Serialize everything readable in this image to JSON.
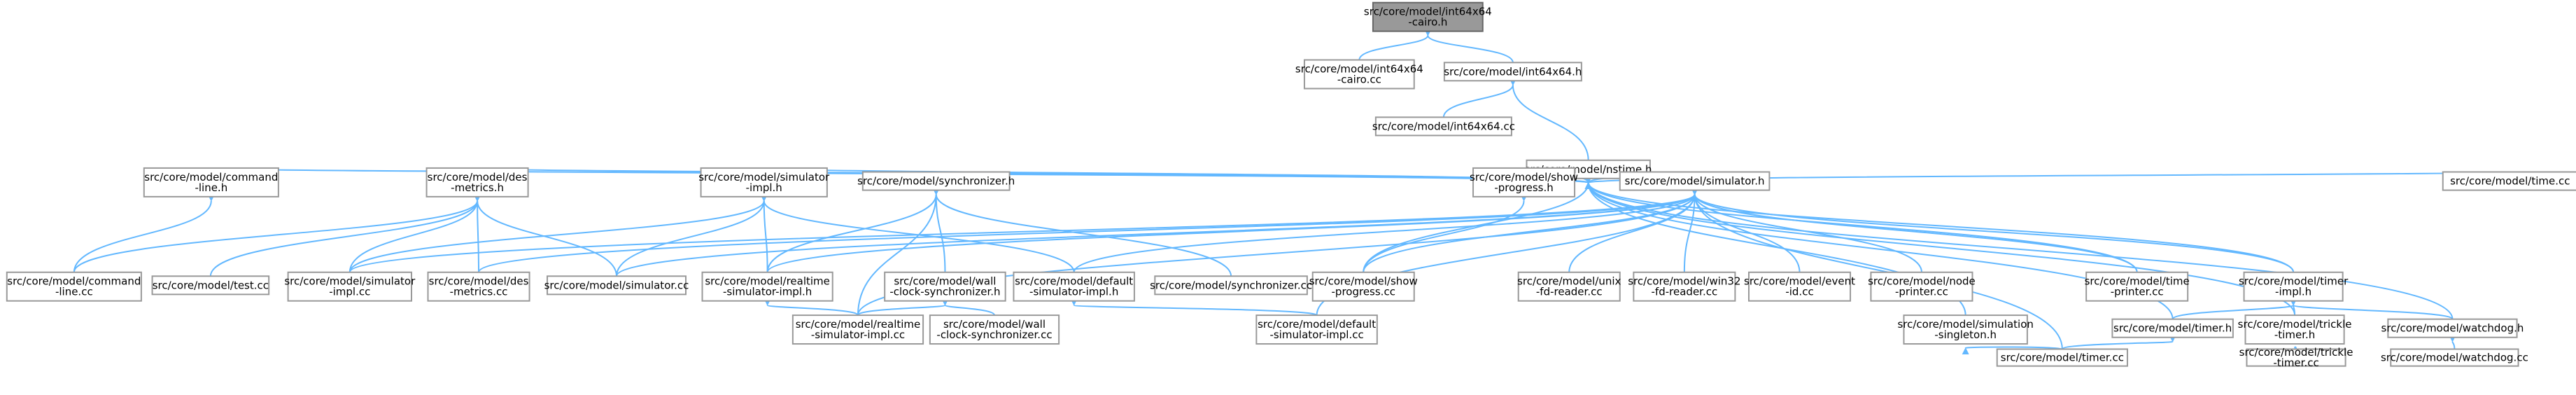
{
  "colors": {
    "edge": "#63b8ff",
    "node_border": "#999999",
    "root_fill": "#999999",
    "background": "#ffffff"
  },
  "nodes": {
    "n_root": [
      "src/core/model/int64x64",
      "-cairo.h"
    ],
    "n_cairo_cc": [
      "src/core/model/int64x64",
      "-cairo.cc"
    ],
    "n_int64h": [
      "src/core/model/int64x64.h"
    ],
    "n_int64cc": [
      "src/core/model/int64x64.cc"
    ],
    "n_nstime": [
      "src/core/model/nstime.h"
    ],
    "n_cmdh": [
      "src/core/model/command",
      "-line.h"
    ],
    "n_desh": [
      "src/core/model/des",
      "-metrics.h"
    ],
    "n_simimplh": [
      "src/core/model/simulator",
      "-impl.h"
    ],
    "n_synch": [
      "src/core/model/synchronizer.h"
    ],
    "n_showh": [
      "src/core/model/show",
      "-progress.h"
    ],
    "n_simh": [
      "src/core/model/simulator.h"
    ],
    "n_timecc": [
      "src/core/model/time.cc"
    ],
    "n_cmdcc": [
      "src/core/model/command",
      "-line.cc"
    ],
    "n_testcc": [
      "src/core/model/test.cc"
    ],
    "n_simimplcc": [
      "src/core/model/simulator",
      "-impl.cc"
    ],
    "n_descc": [
      "src/core/model/des",
      "-metrics.cc"
    ],
    "n_simcc": [
      "src/core/model/simulator.cc"
    ],
    "n_rtimplh": [
      "src/core/model/realtime",
      "-simulator-impl.h"
    ],
    "n_wallh": [
      "src/core/model/wall",
      "-clock-synchronizer.h"
    ],
    "n_defh": [
      "src/core/model/default",
      "-simulator-impl.h"
    ],
    "n_synccc": [
      "src/core/model/synchronizer.cc"
    ],
    "n_showcc": [
      "src/core/model/show",
      "-progress.cc"
    ],
    "n_unixcc": [
      "src/core/model/unix",
      "-fd-reader.cc"
    ],
    "n_win32cc": [
      "src/core/model/win32",
      "-fd-reader.cc"
    ],
    "n_eventcc": [
      "src/core/model/event",
      "-id.cc"
    ],
    "n_nodecc": [
      "src/core/model/node",
      "-printer.cc"
    ],
    "n_tprintcc": [
      "src/core/model/time",
      "-printer.cc"
    ],
    "n_timerimplh": [
      "src/core/model/timer",
      "-impl.h"
    ],
    "n_rtimplcc": [
      "src/core/model/realtime",
      "-simulator-impl.cc"
    ],
    "n_wallcc": [
      "src/core/model/wall",
      "-clock-synchronizer.cc"
    ],
    "n_defcc": [
      "src/core/model/default",
      "-simulator-impl.cc"
    ],
    "n_singh": [
      "src/core/model/simulation",
      "-singleton.h"
    ],
    "n_timerh": [
      "src/core/model/timer.h"
    ],
    "n_trickleh": [
      "src/core/model/trickle",
      "-timer.h"
    ],
    "n_watchh": [
      "src/core/model/watchdog.h"
    ],
    "n_timercc": [
      "src/core/model/timer.cc"
    ],
    "n_tricklecc": [
      "src/core/model/trickle",
      "-timer.cc"
    ],
    "n_watchcc": [
      "src/core/model/watchdog.cc"
    ]
  },
  "edges": [
    [
      "n_root",
      "n_cairo_cc"
    ],
    [
      "n_root",
      "n_int64h"
    ],
    [
      "n_int64h",
      "n_int64cc"
    ],
    [
      "n_int64h",
      "n_nstime"
    ],
    [
      "n_nstime",
      "n_cmdh"
    ],
    [
      "n_nstime",
      "n_desh"
    ],
    [
      "n_nstime",
      "n_simimplh"
    ],
    [
      "n_nstime",
      "n_synch"
    ],
    [
      "n_nstime",
      "n_showh"
    ],
    [
      "n_nstime",
      "n_simh"
    ],
    [
      "n_nstime",
      "n_timecc"
    ],
    [
      "n_nstime",
      "n_showcc"
    ],
    [
      "n_nstime",
      "n_tprintcc"
    ],
    [
      "n_nstime",
      "n_singh"
    ],
    [
      "n_nstime",
      "n_timerh"
    ],
    [
      "n_nstime",
      "n_trickleh"
    ],
    [
      "n_nstime",
      "n_watchh"
    ],
    [
      "n_nstime",
      "n_timerimplh"
    ],
    [
      "n_cmdh",
      "n_cmdcc"
    ],
    [
      "n_desh",
      "n_cmdcc"
    ],
    [
      "n_desh",
      "n_testcc"
    ],
    [
      "n_desh",
      "n_descc"
    ],
    [
      "n_desh",
      "n_simcc"
    ],
    [
      "n_desh",
      "n_simimplcc"
    ],
    [
      "n_simimplh",
      "n_simimplcc"
    ],
    [
      "n_simimplh",
      "n_simcc"
    ],
    [
      "n_simimplh",
      "n_rtimplh"
    ],
    [
      "n_simimplh",
      "n_defh"
    ],
    [
      "n_synch",
      "n_synccc"
    ],
    [
      "n_synch",
      "n_wallh"
    ],
    [
      "n_synch",
      "n_rtimplh"
    ],
    [
      "n_synch",
      "n_rtimplcc"
    ],
    [
      "n_showh",
      "n_showcc"
    ],
    [
      "n_simh",
      "n_descc"
    ],
    [
      "n_simh",
      "n_simcc"
    ],
    [
      "n_simh",
      "n_rtimplh"
    ],
    [
      "n_simh",
      "n_defh"
    ],
    [
      "n_simh",
      "n_showcc"
    ],
    [
      "n_simh",
      "n_unixcc"
    ],
    [
      "n_simh",
      "n_win32cc"
    ],
    [
      "n_simh",
      "n_eventcc"
    ],
    [
      "n_simh",
      "n_nodecc"
    ],
    [
      "n_simh",
      "n_tprintcc"
    ],
    [
      "n_simh",
      "n_timerimplh"
    ],
    [
      "n_simh",
      "n_rtimplcc"
    ],
    [
      "n_simh",
      "n_defcc"
    ],
    [
      "n_simh",
      "n_timercc"
    ],
    [
      "n_simh",
      "n_simimplcc"
    ],
    [
      "n_rtimplh",
      "n_rtimplcc"
    ],
    [
      "n_wallh",
      "n_rtimplcc"
    ],
    [
      "n_wallh",
      "n_wallcc"
    ],
    [
      "n_defh",
      "n_defcc"
    ],
    [
      "n_timerimplh",
      "n_timerh"
    ],
    [
      "n_timerimplh",
      "n_trickleh"
    ],
    [
      "n_timerimplh",
      "n_watchh"
    ],
    [
      "n_singh",
      "n_timercc"
    ],
    [
      "n_timerh",
      "n_timercc"
    ],
    [
      "n_trickleh",
      "n_tricklecc"
    ],
    [
      "n_watchh",
      "n_watchcc"
    ]
  ]
}
